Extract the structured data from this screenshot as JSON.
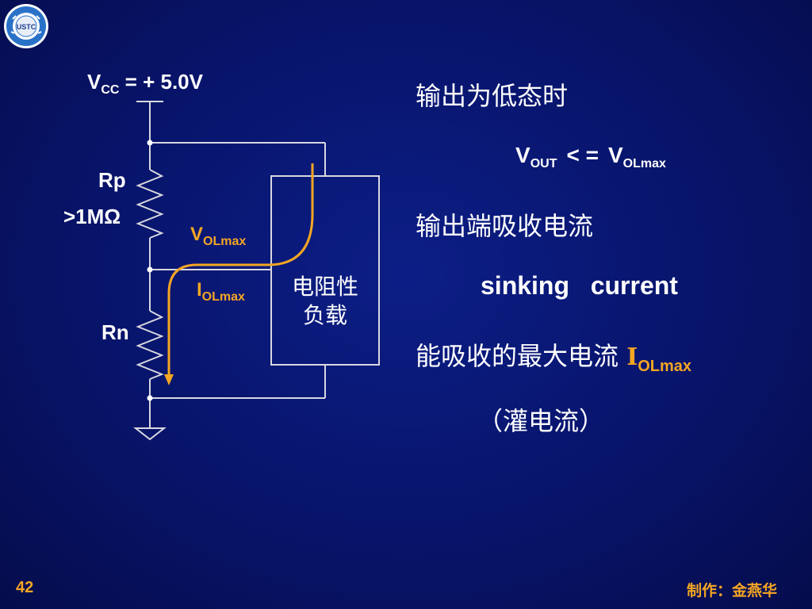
{
  "slide": {
    "page_number": "42",
    "author": "制作：金燕华"
  },
  "circuit": {
    "vcc_main": "V",
    "vcc_sub": "CC",
    "vcc_value": " = + 5.0V",
    "rp_name": "Rp",
    "rp_value": ">1MΩ",
    "rn_name": "Rn",
    "vol_main": "V",
    "vol_sub": "OLmax",
    "iol_main": "I",
    "iol_sub": "OLmax",
    "load_line1": "电阻性",
    "load_line2": "负载",
    "current_color": "#f5a623"
  },
  "text": {
    "line1": "输出为低态时",
    "eq_v1": "V",
    "eq_sub1": "OUT",
    "eq_op": "< =",
    "eq_v2": "V",
    "eq_sub2": "OLmax",
    "line3": "输出端吸收电流",
    "line4": "sinking   current",
    "line5": "能吸收的最大电流 ",
    "line5_i": "I",
    "line5_sub": "OLmax",
    "line6": "（灌电流）"
  }
}
